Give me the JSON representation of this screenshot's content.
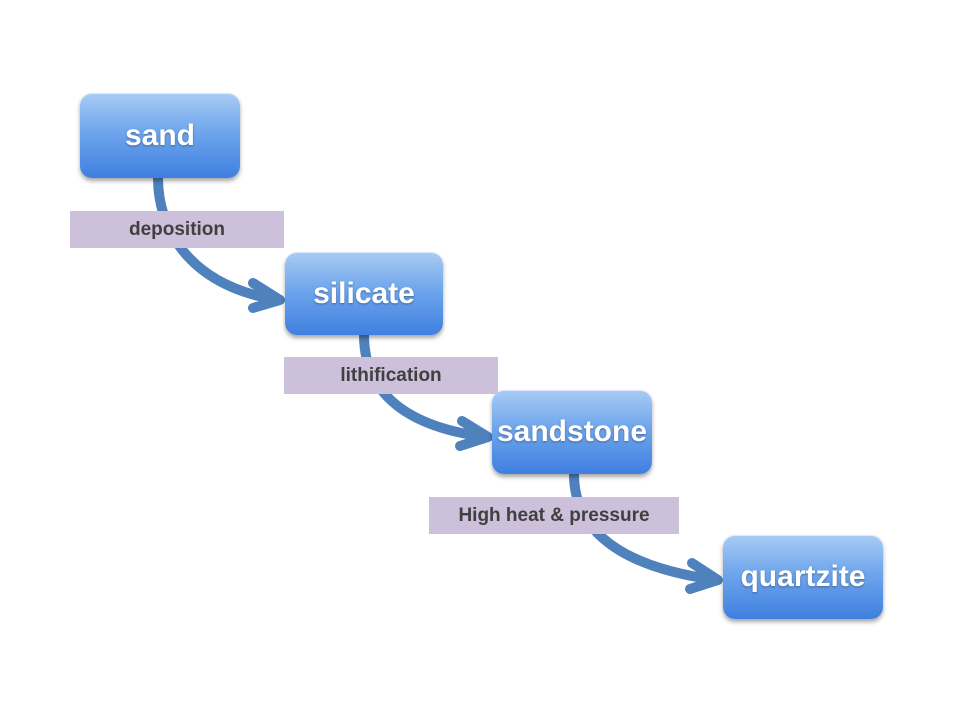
{
  "nodes": {
    "sand": "sand",
    "silicate": "silicate",
    "sandstone": "sandstone",
    "quartzite": "quartzite"
  },
  "transitions": {
    "deposition": "deposition",
    "lithification": "lithification",
    "metamorphism": "High heat & pressure"
  },
  "colors": {
    "node_fill": "#6fa6ec",
    "arrow": "#4f81bd",
    "label_fill": "#ccc0da",
    "label_text": "#404040",
    "node_text": "#ffffff"
  }
}
